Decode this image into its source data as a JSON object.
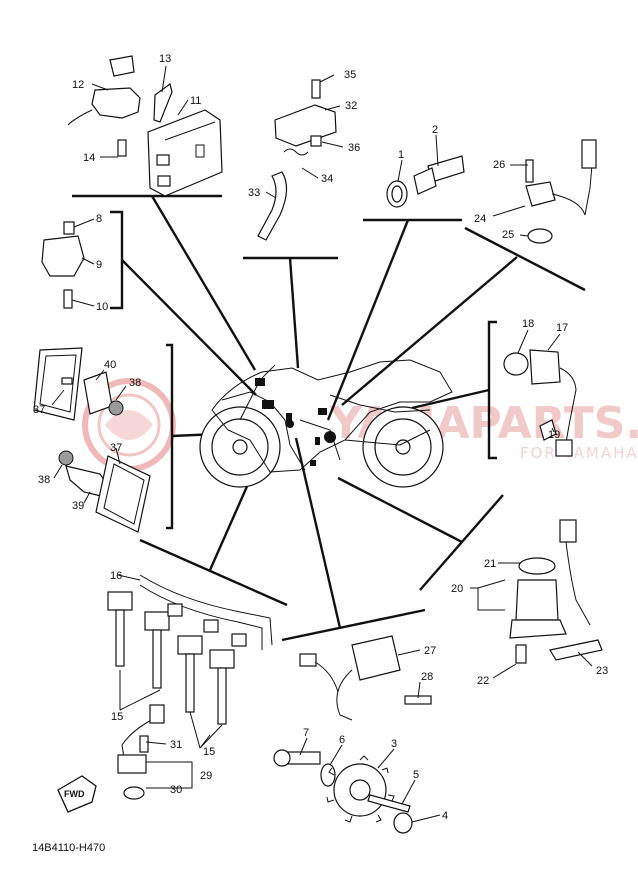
{
  "diagram": {
    "code": "14B4110-H470",
    "fwd_label": "FWD",
    "watermark": {
      "main": "YAMAPARTS.P",
      "sub": "FOR YAMAHA",
      "emblem_color": "#e79a9a"
    },
    "callouts": [
      {
        "id": "c1",
        "label": "1"
      },
      {
        "id": "c2",
        "label": "2"
      },
      {
        "id": "c3",
        "label": "3"
      },
      {
        "id": "c4",
        "label": "4"
      },
      {
        "id": "c5",
        "label": "5"
      },
      {
        "id": "c6",
        "label": "6"
      },
      {
        "id": "c7",
        "label": "7"
      },
      {
        "id": "c8",
        "label": "8"
      },
      {
        "id": "c9",
        "label": "9"
      },
      {
        "id": "c10",
        "label": "10"
      },
      {
        "id": "c11",
        "label": "11"
      },
      {
        "id": "c12",
        "label": "12"
      },
      {
        "id": "c13",
        "label": "13"
      },
      {
        "id": "c14",
        "label": "14"
      },
      {
        "id": "c15a",
        "label": "15"
      },
      {
        "id": "c15b",
        "label": "15"
      },
      {
        "id": "c16",
        "label": "16"
      },
      {
        "id": "c17",
        "label": "17"
      },
      {
        "id": "c18",
        "label": "18"
      },
      {
        "id": "c19",
        "label": "19"
      },
      {
        "id": "c20",
        "label": "20"
      },
      {
        "id": "c21",
        "label": "21"
      },
      {
        "id": "c22",
        "label": "22"
      },
      {
        "id": "c23",
        "label": "23"
      },
      {
        "id": "c24",
        "label": "24"
      },
      {
        "id": "c25",
        "label": "25"
      },
      {
        "id": "c26",
        "label": "26"
      },
      {
        "id": "c27",
        "label": "27"
      },
      {
        "id": "c28",
        "label": "28"
      },
      {
        "id": "c29",
        "label": "29"
      },
      {
        "id": "c30",
        "label": "30"
      },
      {
        "id": "c31",
        "label": "31"
      },
      {
        "id": "c32",
        "label": "32"
      },
      {
        "id": "c33",
        "label": "33"
      },
      {
        "id": "c34",
        "label": "34"
      },
      {
        "id": "c35",
        "label": "35"
      },
      {
        "id": "c36",
        "label": "36"
      },
      {
        "id": "c37a",
        "label": "37"
      },
      {
        "id": "c37b",
        "label": "37"
      },
      {
        "id": "c38a",
        "label": "38"
      },
      {
        "id": "c38b",
        "label": "38"
      },
      {
        "id": "c39",
        "label": "39"
      },
      {
        "id": "c40",
        "label": "40"
      }
    ]
  }
}
